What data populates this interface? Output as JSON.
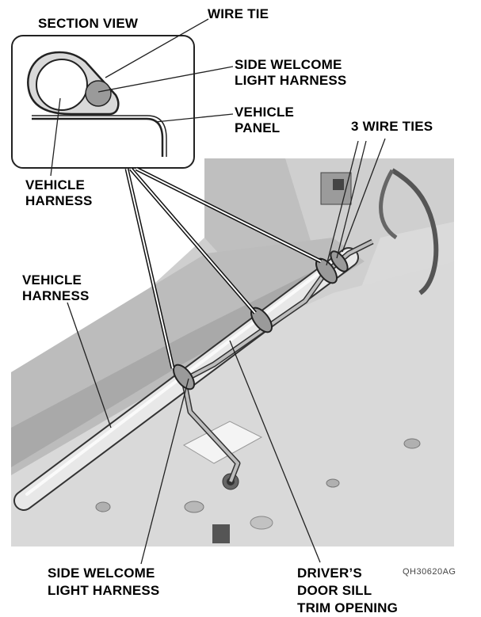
{
  "labels": {
    "section_view": "SECTION VIEW",
    "wire_tie": "WIRE TIE",
    "side_welcome_inset_1": "SIDE WELCOME",
    "side_welcome_inset_2": "LIGHT HARNESS",
    "vehicle_panel_1": "VEHICLE",
    "vehicle_panel_2": "PANEL",
    "three_wire_ties": "3 WIRE TIES",
    "vehicle_harness_inset_1": "VEHICLE",
    "vehicle_harness_inset_2": "HARNESS",
    "vehicle_harness_main_1": "VEHICLE",
    "vehicle_harness_main_2": "HARNESS",
    "side_welcome_bottom_1": "SIDE WELCOME",
    "side_welcome_bottom_2": "LIGHT HARNESS",
    "door_sill_1": "DRIVER’S",
    "door_sill_2": "DOOR SILL",
    "door_sill_3": "TRIM OPENING",
    "figure_code": "QH30620AG"
  },
  "colors": {
    "photo_bg": "#d6d6d6",
    "harness_fill": "#e6e6e6",
    "light_harness_fill": "#9a9a9a",
    "outline": "#222222"
  }
}
